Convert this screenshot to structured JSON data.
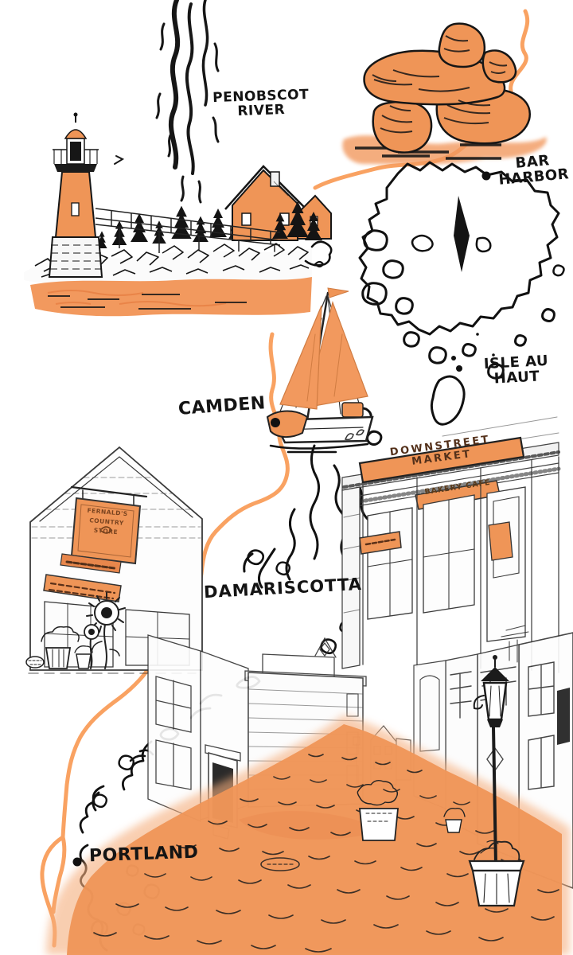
{
  "colors": {
    "ink": "#161616",
    "accent_orange": "#EF9557",
    "light_orange": "#F5AE7D",
    "route_orange": "#F9A262",
    "sign_text_brown": "#53301A"
  },
  "map": {
    "labels": {
      "penobscot_river": {
        "text": "PENOBSCOT\nRIVER"
      },
      "bar_harbor": {
        "text": "BAR\nHARBOR"
      },
      "camden": {
        "text": "CAMDEN"
      },
      "isle_au_haut": {
        "text": "ISLE AU\nHAUT"
      },
      "damariscotta": {
        "text": "DAMARISCOTTA"
      },
      "portland": {
        "text": "PORTLAND"
      }
    }
  },
  "illustrations": {
    "market_storefront": {
      "sign_main": "DOWNSTREET MARKET",
      "sign_sub": "BAKERY CAFE"
    },
    "country_store": {
      "sign_text": "FERNALD'S\nCOUNTRY\nSTORE"
    }
  }
}
